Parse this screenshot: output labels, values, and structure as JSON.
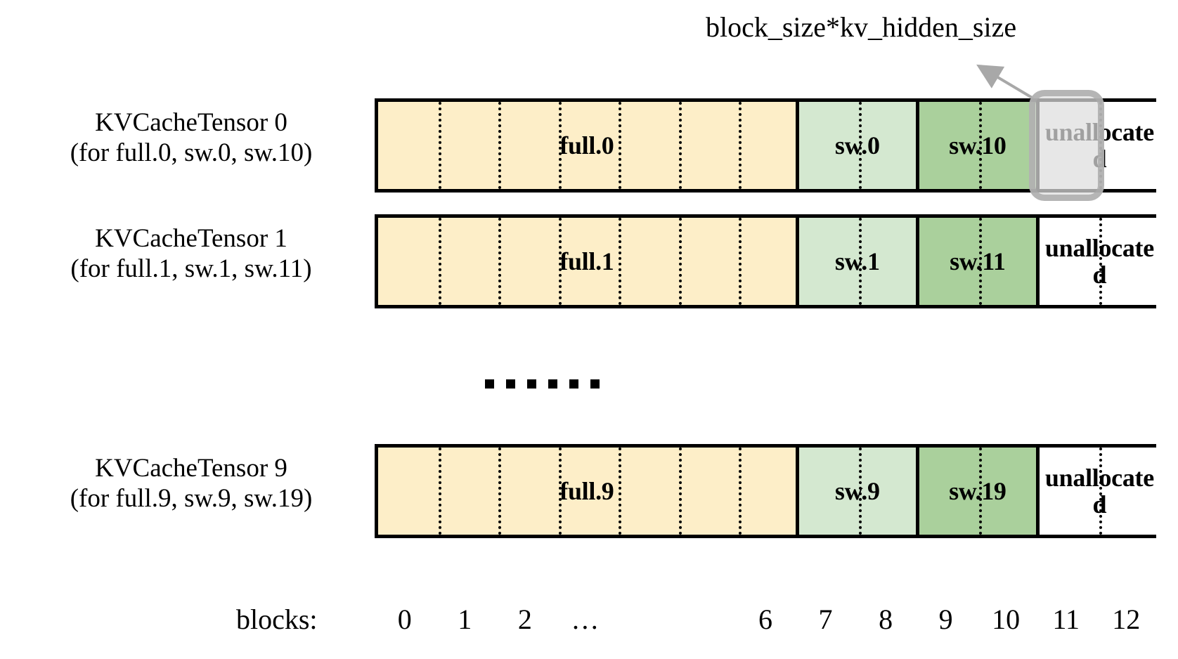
{
  "diagram": {
    "title_annotation": "block_size*kv_hidden_size",
    "ellipsis": "……",
    "axis": {
      "label": "blocks:",
      "ticks": [
        "0",
        "1",
        "2",
        "…",
        "6",
        "7",
        "8",
        "9",
        "10",
        "11",
        "12"
      ]
    },
    "colors": {
      "full": "#fdeec8",
      "sliding_light": "#d4e8d0",
      "sliding_dark": "#aad09c",
      "unallocated": "#ffffff",
      "border": "#000000",
      "highlight_fill": "#dedede",
      "highlight_border": "#aaaaaa",
      "highlight_text": "#666666"
    },
    "rows": [
      {
        "label_line1": "KVCacheTensor 0",
        "label_line2": "(for full.0, sw.0, sw.10)",
        "segments": [
          {
            "text": "full.0",
            "kind": "full",
            "blocks": 7
          },
          {
            "text": "sw.0",
            "kind": "sliding_light",
            "blocks": 2
          },
          {
            "text": "sw.10",
            "kind": "sliding_dark",
            "blocks": 2
          },
          {
            "text": "unallocated",
            "kind": "unallocated",
            "blocks": 2
          }
        ],
        "highlighted_block": 11
      },
      {
        "label_line1": "KVCacheTensor 1",
        "label_line2": "(for full.1, sw.1, sw.11)",
        "segments": [
          {
            "text": "full.1",
            "kind": "full",
            "blocks": 7
          },
          {
            "text": "sw.1",
            "kind": "sliding_light",
            "blocks": 2
          },
          {
            "text": "sw.11",
            "kind": "sliding_dark",
            "blocks": 2
          },
          {
            "text": "unallocated",
            "kind": "unallocated",
            "blocks": 2
          }
        ],
        "highlighted_block": null
      },
      {
        "label_line1": "KVCacheTensor 9",
        "label_line2": "(for full.9, sw.9, sw.19)",
        "segments": [
          {
            "text": "full.9",
            "kind": "full",
            "blocks": 7
          },
          {
            "text": "sw.9",
            "kind": "sliding_light",
            "blocks": 2
          },
          {
            "text": "sw.19",
            "kind": "sliding_dark",
            "blocks": 2
          },
          {
            "text": "unallocated",
            "kind": "unallocated",
            "blocks": 2
          }
        ],
        "highlighted_block": null
      }
    ]
  }
}
